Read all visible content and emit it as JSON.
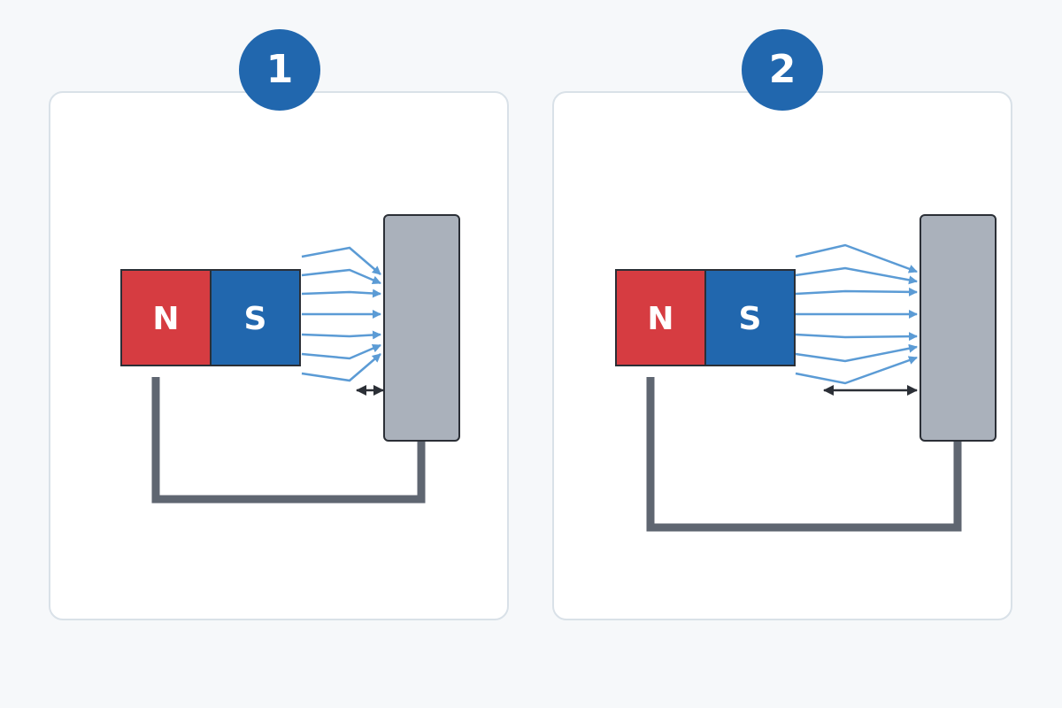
{
  "colors": {
    "background": "#f6f8fa",
    "panel_border": "#d9e1e8",
    "badge": "#2167ae",
    "north": "#d63c41",
    "south": "#2167ae",
    "field_lines": "#5b9bd5",
    "plate": "#aab1bb",
    "plate_border": "#2b2f36",
    "wire": "#5f6671",
    "gap_arrow": "#2b2f36",
    "label_text": "#ffffff"
  },
  "icons": {
    "magnet": "bar-magnet",
    "plate": "metal-plate",
    "wire": "connecting-wire",
    "gap": "double-headed-arrow"
  },
  "panels": [
    {
      "badge": "1",
      "north_label": "N",
      "south_label": "S"
    },
    {
      "badge": "2",
      "north_label": "N",
      "south_label": "S"
    }
  ]
}
